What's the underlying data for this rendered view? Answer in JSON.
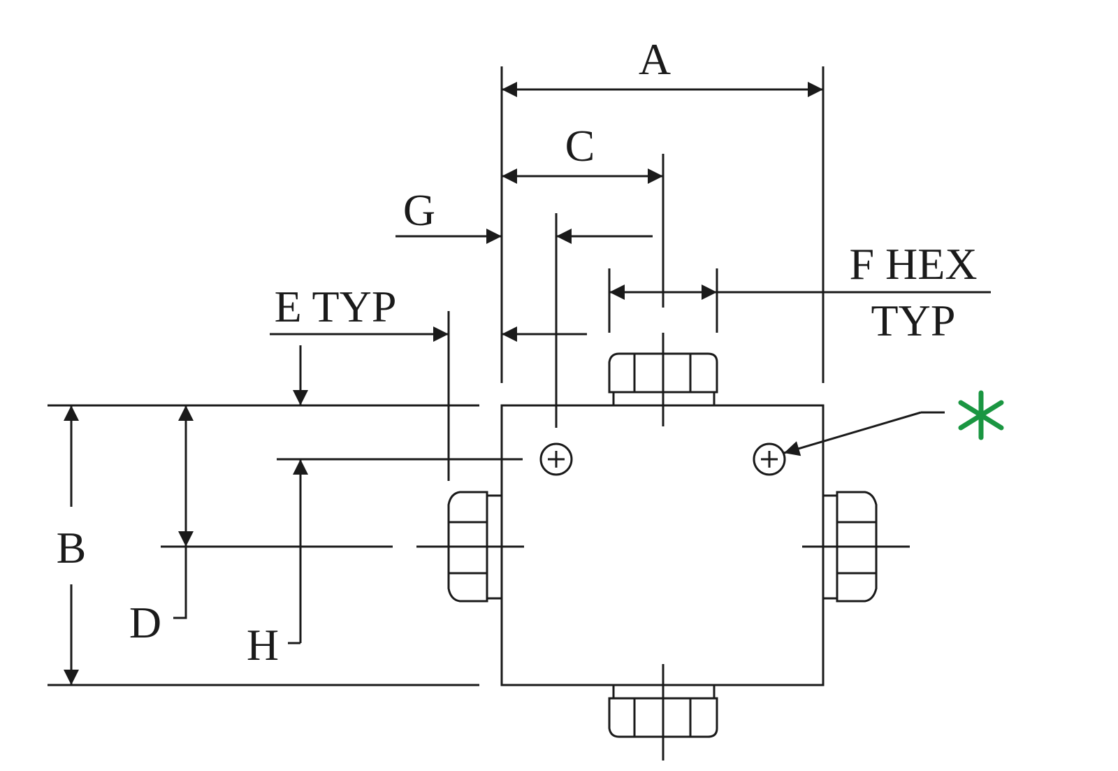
{
  "labels": {
    "A": "A",
    "C": "C",
    "G": "G",
    "F": "F HEX",
    "F_typ": "TYP",
    "E": "E TYP",
    "B": "B",
    "D": "D",
    "H": "H",
    "note_marker": "*"
  },
  "colors": {
    "ink": "#1a1a1a",
    "note_marker": "#1a9641"
  }
}
